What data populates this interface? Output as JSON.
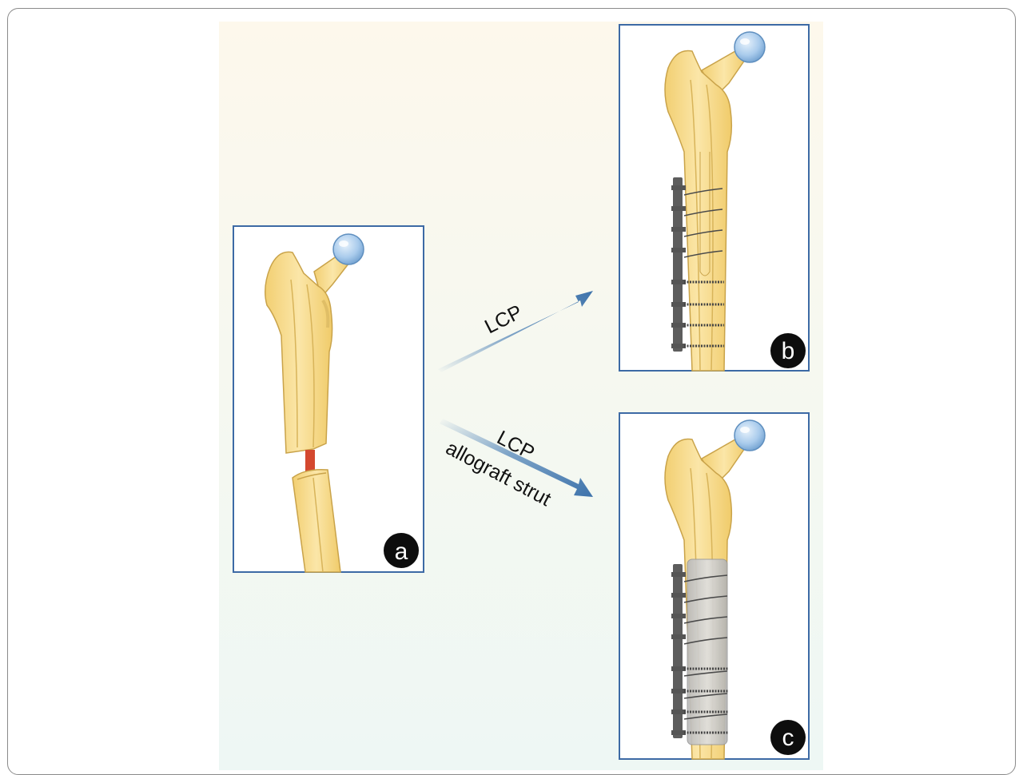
{
  "panels": {
    "a": {
      "letter": "a"
    },
    "b": {
      "letter": "b"
    },
    "c": {
      "letter": "c"
    }
  },
  "arrows": {
    "upper": {
      "label": "LCP"
    },
    "lower": {
      "label_line1": "LCP",
      "label_line2": "allograft strut"
    }
  },
  "colors": {
    "bone": "#f7dc8e",
    "bone_edge": "#c9a34a",
    "femoral_head": "#9ec3e6",
    "fracture_gap": "#d4482f",
    "plate": "#5d5d5d",
    "allograft": "#c9c9c9",
    "arrow": "#4a7fb5",
    "panel_border": "#3d6aa5"
  }
}
